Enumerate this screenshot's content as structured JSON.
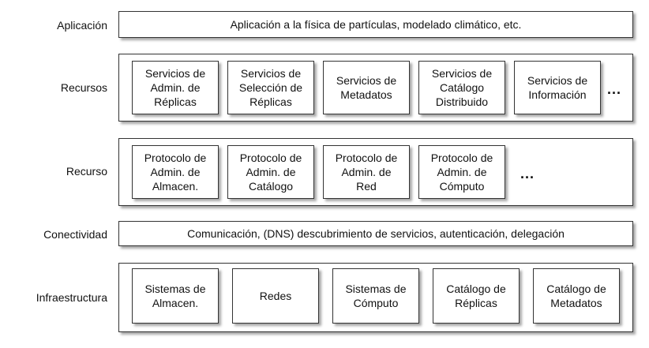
{
  "layers": [
    {
      "label": "Aplicación",
      "bar": "Aplicación a la física de partículas, modelado climático, etc."
    },
    {
      "label": "Recursos",
      "boxes": [
        "Servicios de\nAdmin. de\nRéplicas",
        "Servicios de\nSelección de\nRéplicas",
        "Servicios de\nMetadatos",
        "Servicios de\nCatálogo\nDistribuido",
        "Servicios de\nInformación"
      ],
      "ellipsis": "..."
    },
    {
      "label": "Recurso",
      "boxes": [
        "Protocolo de\nAdmin. de\nAlmacen.",
        "Protocolo de\nAdmin. de\nCatálogo",
        "Protocolo de\nAdmin. de\nRed",
        "Protocolo de\nAdmin. de\nCómputo"
      ],
      "ellipsis": "..."
    },
    {
      "label": "Conectividad",
      "bar": "Comunicación, (DNS) descubrimiento de servicios, autenticación, delegación"
    },
    {
      "label": "Infraestructura",
      "boxes": [
        "Sistemas de\nAlmacen.",
        "Redes",
        "Sistemas de\nCómputo",
        "Catálogo de\nRéplicas",
        "Catálogo de\nMetadatos"
      ]
    }
  ]
}
